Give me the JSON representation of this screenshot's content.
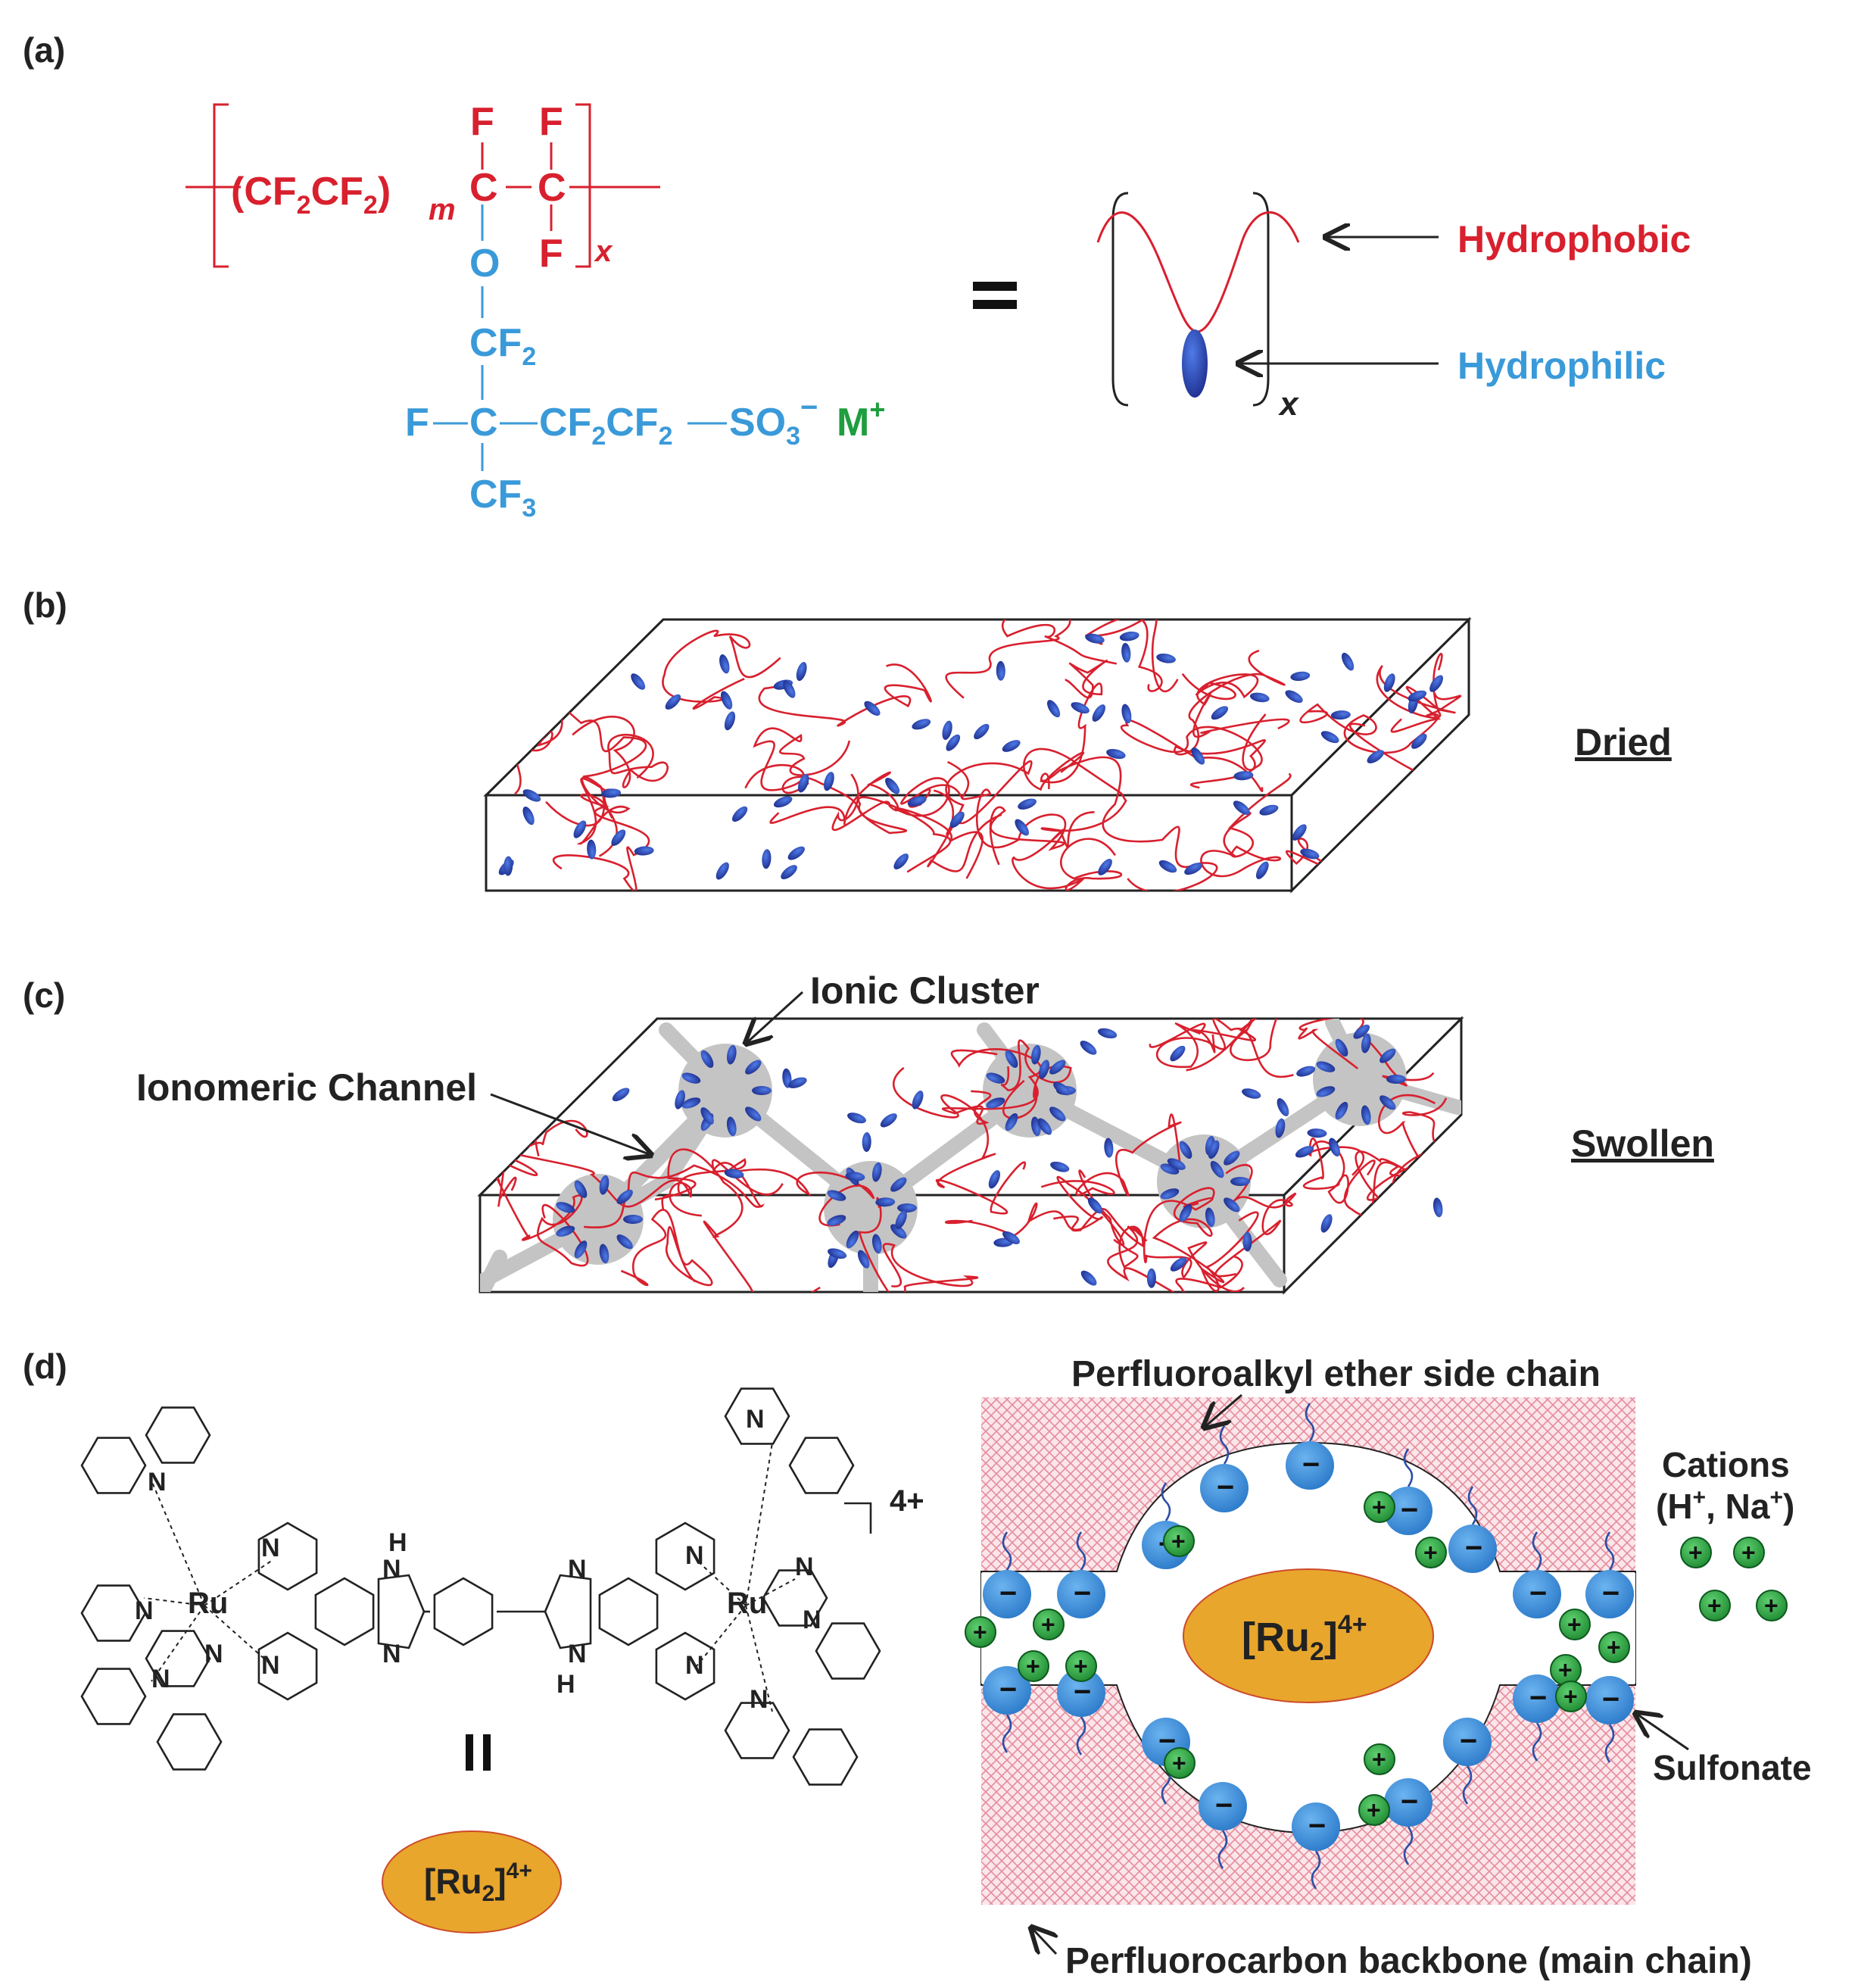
{
  "panel_labels": {
    "a": "(a)",
    "b": "(b)",
    "c": "(c)",
    "d": "(d)"
  },
  "panel_a": {
    "repeat_unit": "(CF2CF2)m",
    "f_atoms": [
      "F",
      "F",
      "F",
      "F"
    ],
    "carbon": "C",
    "m_sub": "m",
    "x_sub": "x",
    "oxygen": "O",
    "cf2": "CF2",
    "branch_f": "F",
    "chain": "CF2CF2",
    "so3": "SO3−",
    "counter_ion": "M+",
    "cf3": "CF3",
    "equals": "=",
    "hydrophobic": "Hydrophobic",
    "hydrophilic": "Hydrophilic",
    "schematic_x": "x"
  },
  "panel_b": {
    "state": "Dried"
  },
  "panel_c": {
    "state": "Swollen",
    "ionic_cluster": "Ionic Cluster",
    "ionomeric_channel": "Ionomeric Channel"
  },
  "panel_d": {
    "ru_label": "Ru",
    "nitrogen": "N",
    "hydrogen": "H",
    "charge": "4+",
    "equals": "II",
    "ru2_label": "[Ru2]4+",
    "side_chain": "Perfluoroalkyl ether side chain",
    "cations_line1": "Cations",
    "cations_line2": "(H+, Na+)",
    "sulfonate": "Sulfonate",
    "backbone": "Perfluorocarbon backbone (main chain)",
    "minus": "−",
    "plus": "+"
  },
  "colors": {
    "hydrophobic": "#d8202e",
    "hydrophilic": "#3a9ad9",
    "cation": "#2e9e44",
    "ru2_fill": "#e8a62c",
    "cluster_gray": "#c4c4c4",
    "sulfonate_fill": "#3d8fdc"
  }
}
